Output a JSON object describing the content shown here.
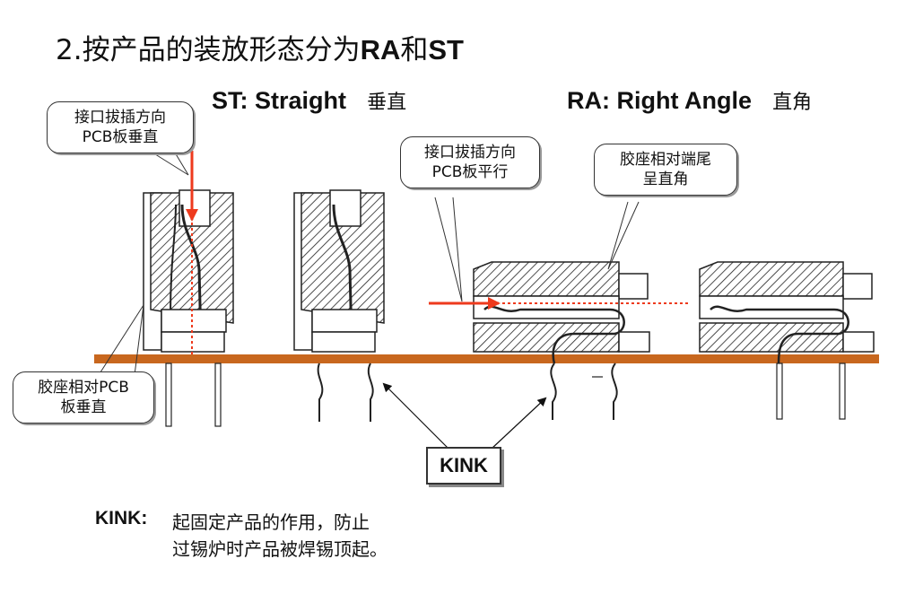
{
  "title": {
    "number": "2.",
    "text_cn": "按产品的装放形态分为",
    "ra": "RA",
    "and": "和",
    "st": "ST"
  },
  "st_heading": {
    "label": "ST: Straight",
    "cn": "垂直"
  },
  "ra_heading": {
    "label": "RA: Right  Angle",
    "cn": "直角"
  },
  "callouts": {
    "st_insert_line1": "接口拔插方向",
    "st_insert_line2": "PCB板垂直",
    "ra_insert_line1": "接口拔插方向",
    "ra_insert_line2": "PCB板平行",
    "ra_housing_line1": "胶座相对端尾",
    "ra_housing_line2": "呈直角",
    "st_housing_line1": "胶座相对PCB",
    "st_housing_line2": "板垂直"
  },
  "kink_label": "KINK",
  "note": {
    "term": "KINK:",
    "line1": "起固定产品的作用，防止",
    "line2": "过锡炉时产品被焊锡顶起。"
  },
  "colors": {
    "pcb": "#c8671e",
    "arrow": "#ee3a1d",
    "hatch": "#222222"
  }
}
